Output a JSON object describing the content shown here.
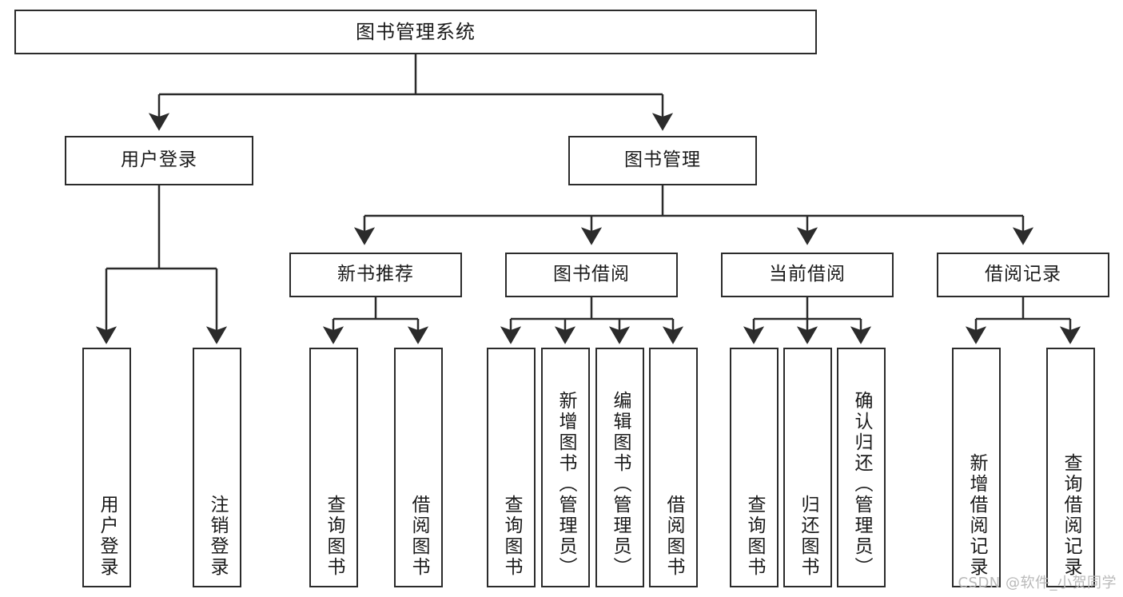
{
  "diagram": {
    "type": "tree-hierarchy",
    "title": "图书管理系统",
    "watermark": "CSDN @软件_小贺同学",
    "colors": {
      "stroke": "#2b2b2b",
      "fill": "#ffffff",
      "text": "#1a1a1a",
      "watermark": "#b9b9b9"
    },
    "nodes": {
      "root": {
        "label": "图书管理系统",
        "level": 1,
        "orientation": "horizontal"
      },
      "level2": [
        {
          "id": "user-login",
          "label": "用户登录",
          "orientation": "horizontal"
        },
        {
          "id": "book-manage",
          "label": "图书管理",
          "orientation": "horizontal"
        }
      ],
      "level3": [
        {
          "id": "new-book-recommend",
          "label": "新书推荐",
          "orientation": "horizontal"
        },
        {
          "id": "book-borrow",
          "label": "图书借阅",
          "orientation": "horizontal"
        },
        {
          "id": "current-borrow",
          "label": "当前借阅",
          "orientation": "horizontal"
        },
        {
          "id": "borrow-record",
          "label": "借阅记录",
          "orientation": "horizontal"
        }
      ],
      "leaves": {
        "user-login": [
          {
            "id": "leaf-user-login",
            "label": "用户登录",
            "orientation": "vertical"
          },
          {
            "id": "leaf-user-logout",
            "label": "注销登录",
            "orientation": "vertical"
          }
        ],
        "new-book-recommend": [
          {
            "id": "leaf-query-book-1",
            "label": "查询图书",
            "orientation": "vertical"
          },
          {
            "id": "leaf-borrow-book-1",
            "label": "借阅图书",
            "orientation": "vertical"
          }
        ],
        "book-borrow": [
          {
            "id": "leaf-query-book-2",
            "label": "查询图书",
            "orientation": "vertical"
          },
          {
            "id": "leaf-add-book",
            "label": "新增图书（管理员）",
            "orientation": "vertical"
          },
          {
            "id": "leaf-edit-book",
            "label": "编辑图书（管理员）",
            "orientation": "vertical"
          },
          {
            "id": "leaf-borrow-book-2",
            "label": "借阅图书",
            "orientation": "vertical"
          }
        ],
        "current-borrow": [
          {
            "id": "leaf-query-book-3",
            "label": "查询图书",
            "orientation": "vertical"
          },
          {
            "id": "leaf-return-book",
            "label": "归还图书",
            "orientation": "vertical"
          },
          {
            "id": "leaf-confirm-return",
            "label": "确认归还（管理员）",
            "orientation": "vertical"
          }
        ],
        "borrow-record": [
          {
            "id": "leaf-add-record",
            "label": "新增借阅记录",
            "orientation": "vertical"
          },
          {
            "id": "leaf-query-record",
            "label": "查询借阅记录",
            "orientation": "vertical"
          }
        ]
      }
    }
  }
}
